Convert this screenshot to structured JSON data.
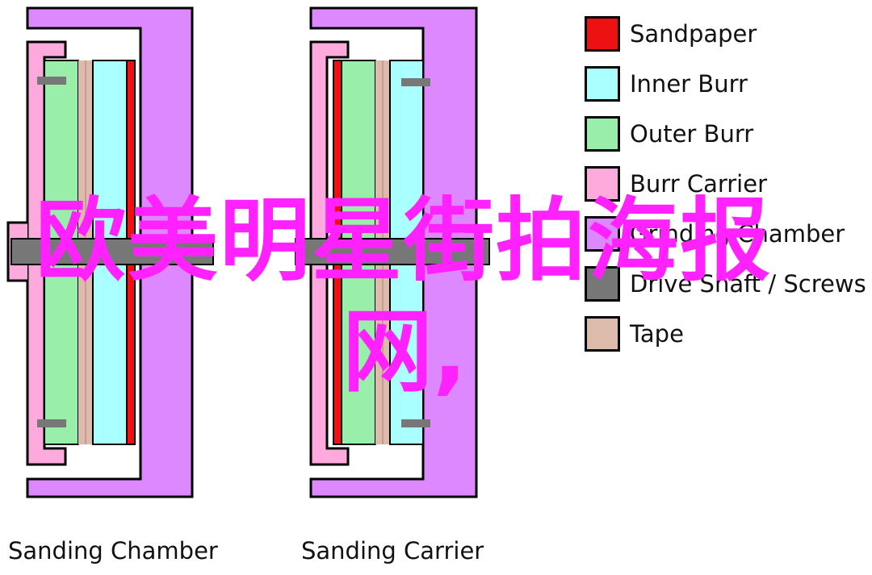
{
  "legend": [
    {
      "label": "Sandpaper",
      "color": "#ee1111"
    },
    {
      "label": "Inner Burr",
      "color": "#aaffff"
    },
    {
      "label": "Outer Burr",
      "color": "#99eeaa"
    },
    {
      "label": "Burr Carrier",
      "color": "#ffaadd"
    },
    {
      "label": "Grinding Chamber",
      "color": "#dd88ff"
    },
    {
      "label": "Drive Shaft / Screws",
      "color": "#777777"
    },
    {
      "label": "Tape",
      "color": "#ddbbaa"
    }
  ],
  "captions": {
    "left": "Sanding Chamber",
    "right": "Sanding Carrier"
  },
  "watermark": {
    "line1": "欧美明星街拍海报",
    "line2": "网,"
  },
  "colors": {
    "chamber_purple": "#dd88ff",
    "carrier_pink": "#ffaadd",
    "outline": "#000000",
    "watermark": "#ff22ff"
  }
}
